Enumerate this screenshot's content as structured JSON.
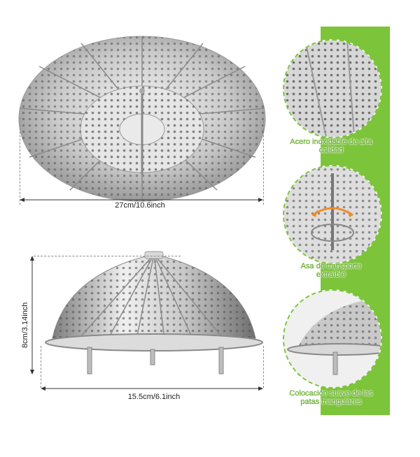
{
  "colors": {
    "accent": "#7cc43a",
    "steel_light": "#e9e9e9",
    "steel_dark": "#8a8a8a"
  },
  "top_view": {
    "width_label": "27cm/10.6inch"
  },
  "side_view": {
    "width_label": "15.5cm/6.1inch",
    "height_label": "8cm/3.14inch"
  },
  "features": [
    {
      "caption": "Acero inoxidable de alta calidad",
      "icon": "perforated-steel-closeup"
    },
    {
      "caption": "Asa de transporte extraíble",
      "icon": "removable-handle-closeup"
    },
    {
      "caption": "Colocación suave de las patas triangulares",
      "icon": "triangular-legs-closeup"
    }
  ]
}
